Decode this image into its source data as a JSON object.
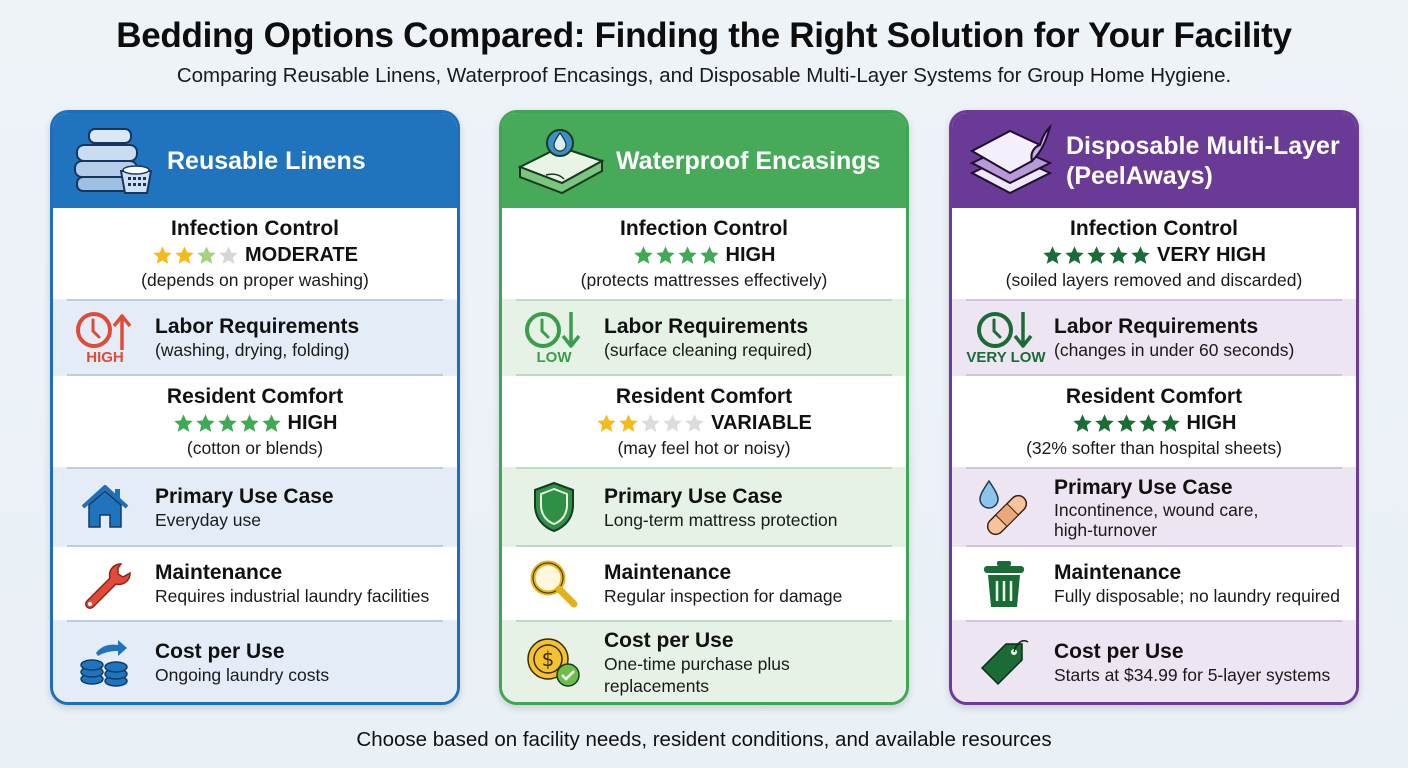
{
  "header": {
    "title": "Bedding Options Compared: Finding the Right Solution for Your Facility",
    "subtitle": "Comparing Reusable Linens, Waterproof Encasings, and Disposable Multi-Layer Systems for Group Home Hygiene."
  },
  "footer": {
    "text": "Choose based on facility needs, resident conditions, and available resources"
  },
  "colors": {
    "blue": "#1f74bd",
    "green": "#47aa58",
    "purple": "#6a3a97",
    "star_gold": "#f4bb1c",
    "star_green": "#3faa53",
    "star_dark_green": "#1b6b37",
    "high_red": "#e04a37",
    "low_green": "#3a9d4c",
    "very_low_green": "#1b6b37"
  },
  "cards": [
    {
      "title": "Reusable Linens",
      "header_icon": "folded-linens-basket-icon",
      "infection_control": {
        "label": "Infection Control",
        "stars": 2.5,
        "rating": "MODERATE",
        "note": "(depends on proper washing)"
      },
      "labor": {
        "label": "Labor Requirements",
        "level": "HIGH",
        "icon": "clock-up-arrow-icon",
        "note": "(washing, drying, folding)"
      },
      "comfort": {
        "label": "Resident Comfort",
        "stars": 5,
        "rating": "HIGH",
        "note": "(cotton or blends)"
      },
      "use_case": {
        "label": "Primary Use Case",
        "icon": "house-icon",
        "desc": "Everyday use"
      },
      "maintenance": {
        "label": "Maintenance",
        "icon": "wrench-icon",
        "desc": "Requires industrial laundry facilities"
      },
      "cost": {
        "label": "Cost per Use",
        "icon": "coins-arrow-icon",
        "desc": "Ongoing laundry costs"
      }
    },
    {
      "title": "Waterproof Encasings",
      "header_icon": "mattress-water-drop-icon",
      "infection_control": {
        "label": "Infection Control",
        "stars": 4,
        "rating": "HIGH",
        "note": "(protects mattresses effectively)"
      },
      "labor": {
        "label": "Labor Requirements",
        "level": "LOW",
        "icon": "clock-down-arrow-icon",
        "note": "(surface cleaning required)"
      },
      "comfort": {
        "label": "Resident Comfort",
        "stars": 2,
        "rating": "VARIABLE",
        "note": "(may feel hot or noisy)"
      },
      "use_case": {
        "label": "Primary Use Case",
        "icon": "shield-icon",
        "desc": "Long-term mattress protection"
      },
      "maintenance": {
        "label": "Maintenance",
        "icon": "magnifying-glass-icon",
        "desc": "Regular inspection for damage"
      },
      "cost": {
        "label": "Cost per Use",
        "icon": "dollar-coin-check-icon",
        "desc": "One-time purchase plus replacements"
      }
    },
    {
      "title": "Disposable Multi-Layer (PeelAways)",
      "title_line1": "Disposable Multi-Layer",
      "title_line2": "(PeelAways)",
      "header_icon": "peeling-layers-icon",
      "infection_control": {
        "label": "Infection Control",
        "stars": 5,
        "rating": "VERY HIGH",
        "note": "(soiled layers removed and discarded)"
      },
      "labor": {
        "label": "Labor Requirements",
        "level": "VERY LOW",
        "icon": "clock-down-arrow-icon",
        "note": "(changes in under 60 seconds)"
      },
      "comfort": {
        "label": "Resident Comfort",
        "stars": 5,
        "rating": "HIGH",
        "note": "(32% softer than hospital sheets)"
      },
      "use_case": {
        "label": "Primary Use Case",
        "icon": "drop-bandage-icon",
        "desc_line1": "Incontinence, wound care,",
        "desc_line2": "high-turnover"
      },
      "maintenance": {
        "label": "Maintenance",
        "icon": "trash-can-icon",
        "desc": "Fully disposable; no laundry required"
      },
      "cost": {
        "label": "Cost per Use",
        "icon": "price-tag-icon",
        "desc": "Starts at $34.99 for 5-layer systems"
      }
    }
  ]
}
